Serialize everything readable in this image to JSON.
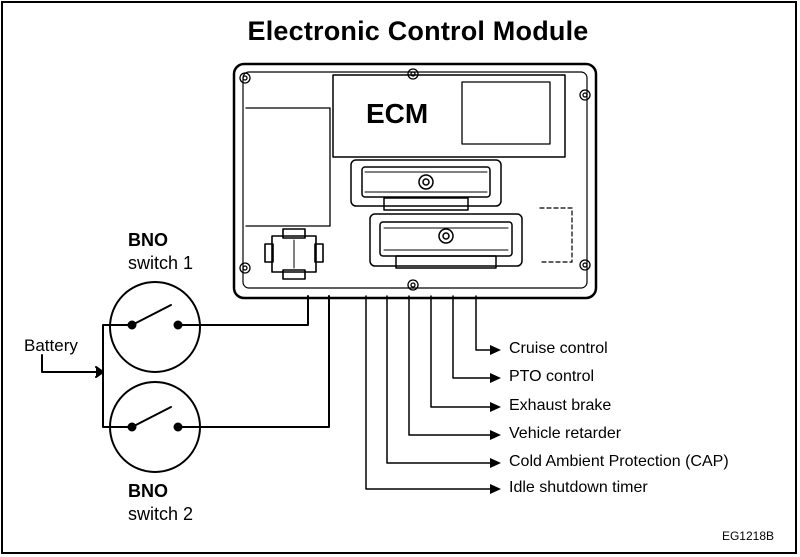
{
  "title": "Electronic Control Module",
  "module_label": "ECM",
  "switch1": {
    "line1": "BNO",
    "line2": "switch 1"
  },
  "switch2": {
    "line1": "BNO",
    "line2": "switch 2"
  },
  "battery_label": "Battery",
  "outputs": [
    {
      "label": "Cruise control"
    },
    {
      "label": "PTO control"
    },
    {
      "label": "Exhaust brake"
    },
    {
      "label": "Vehicle retarder"
    },
    {
      "label": "Cold Ambient Protection (CAP)"
    },
    {
      "label": "Idle shutdown timer"
    }
  ],
  "figure_code": "EG1218B"
}
